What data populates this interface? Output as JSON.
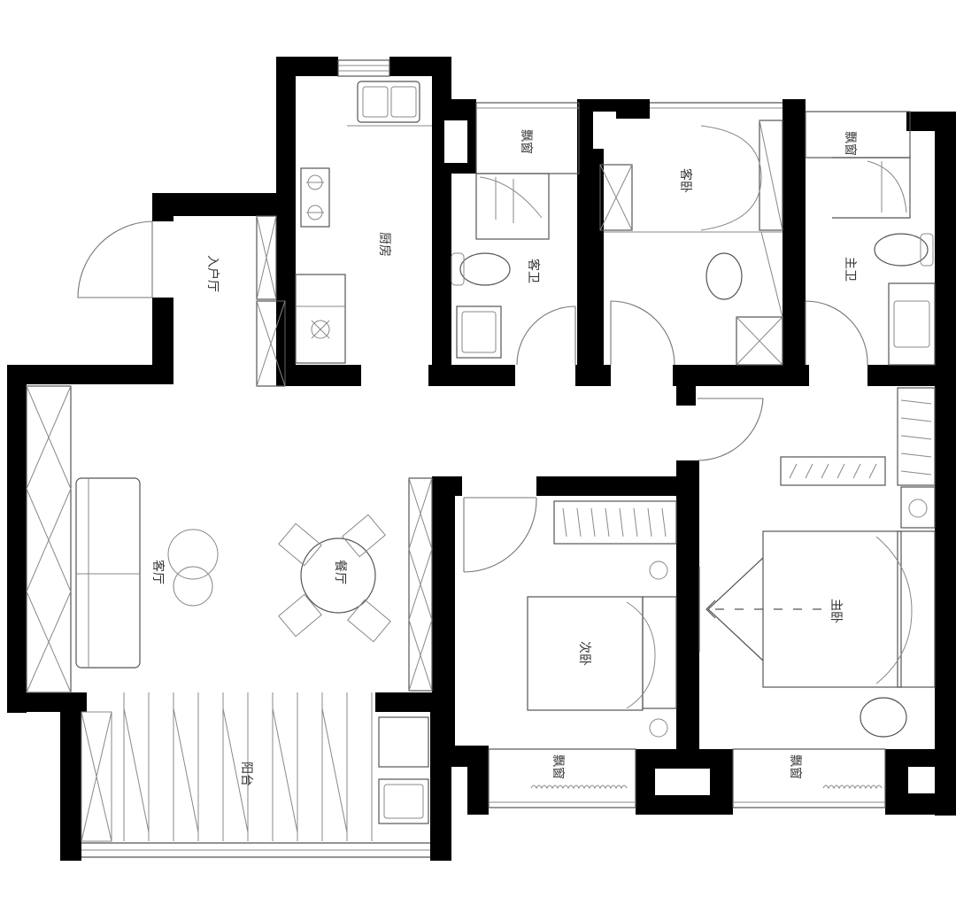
{
  "rooms": {
    "entrance": "入户厅",
    "kitchen": "厨房",
    "guest_bath": "客卫",
    "guest_bedroom": "客卧",
    "master_bath": "主卫",
    "living_room": "客厅",
    "dining_room": "餐厅",
    "second_bedroom": "次卧",
    "master_bedroom": "主卧",
    "balcony": "阳台"
  },
  "windows": {
    "bay_window_guest_bath": "飘窗",
    "bay_window_master_bath": "飘窗",
    "bay_window_second_bedroom": "飘窗",
    "bay_window_master_bedroom": "飘窗"
  },
  "colors": {
    "wall": "#000000",
    "line": "#555555",
    "background": "#ffffff"
  }
}
